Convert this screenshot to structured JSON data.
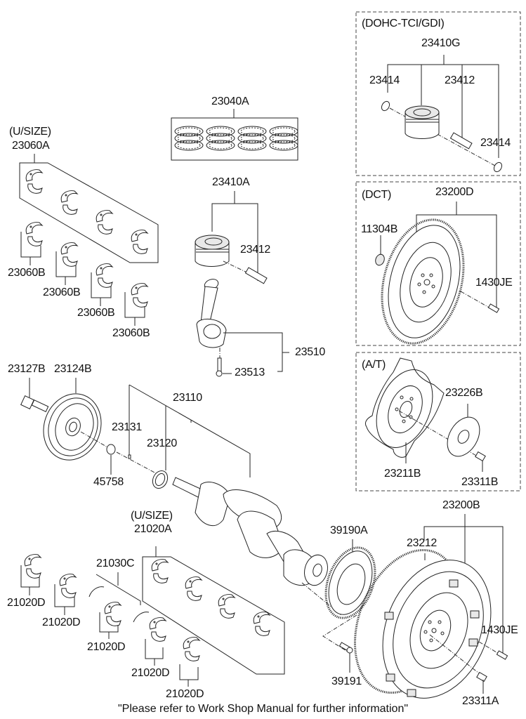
{
  "diagram": {
    "title": "Crankshaft, Piston & Flywheel Parts Diagram",
    "footnote": "\"Please refer to Work Shop Manual for further information\"",
    "insets": {
      "dohc": {
        "caption": "(DOHC-TCI/GDI)"
      },
      "dct": {
        "caption": "(DCT)"
      },
      "at": {
        "caption": "(A/T)"
      }
    },
    "labels": {
      "dohc_23410G": "23410G",
      "dohc_23414_a": "23414",
      "dohc_23412": "23412",
      "dohc_23414_b": "23414",
      "dct_23200D": "23200D",
      "dct_11304B": "11304B",
      "dct_1430JE": "1430JE",
      "at_23226B": "23226B",
      "at_23211B": "23211B",
      "at_23311B": "23311B",
      "usize_upper": "(U/SIZE)",
      "p23060A": "23060A",
      "p23060B_1": "23060B",
      "p23060B_2": "23060B",
      "p23060B_3": "23060B",
      "p23060B_4": "23060B",
      "p23040A": "23040A",
      "p23410A": "23410A",
      "p23412": "23412",
      "p23510": "23510",
      "p23513": "23513",
      "p23127B": "23127B",
      "p23124B": "23124B",
      "p23110": "23110",
      "p23131": "23131",
      "p23120": "23120",
      "p45758": "45758",
      "usize_lower": "(U/SIZE)",
      "p21020A": "21020A",
      "p21030C": "21030C",
      "p21020D_1": "21020D",
      "p21020D_2": "21020D",
      "p21020D_3": "21020D",
      "p21020D_4": "21020D",
      "p21020D_5": "21020D",
      "p39190A": "39190A",
      "p39191": "39191",
      "p23200B": "23200B",
      "p23212": "23212",
      "p1430JE": "1430JE",
      "p23311A": "23311A"
    }
  }
}
